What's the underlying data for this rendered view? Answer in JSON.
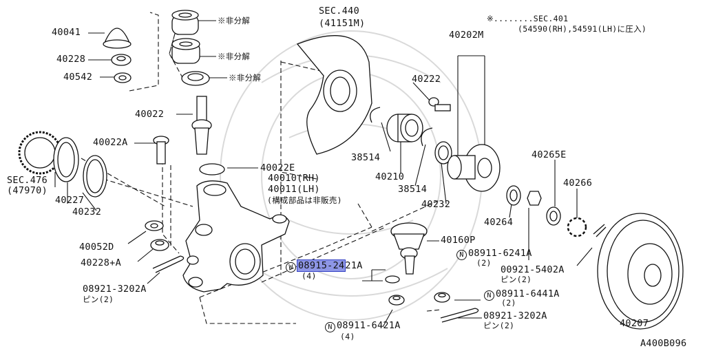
{
  "labels": {
    "p40041": "40041",
    "p40228": "40228",
    "p40542": "40542",
    "p40022": "40022",
    "p40022a": "40022A",
    "sec476": "SEC.476",
    "sec476_sub": "(47970)",
    "p40227": "40227",
    "p40232_left": "40232",
    "p40052d": "40052D",
    "p40228a": "40228+A",
    "p08921_3202a_left": "08921-3202A",
    "pin2_left": "ピン(2)",
    "nodis1": "※非分解",
    "nodis2": "※非分解",
    "nodis3": "※非分解",
    "sec440": "SEC.440",
    "sec440_sub": "(41151M)",
    "p40022e": "40022E",
    "p40010": "40010(RH)",
    "p40011": "40011(LH)",
    "not_sold": "(構成部品は非販売)",
    "p38514_a": "38514",
    "p40210": "40210",
    "p38514_b": "38514",
    "p40232_right": "40232",
    "p40160p": "40160P",
    "w_prefix": "W",
    "p08915_hl": "08915-24",
    "p08915_rest": "21A",
    "qty4_w": "(4)",
    "n_prefix": "N",
    "p08911_6421a": "08911-6421A",
    "qty4_n": "(4)",
    "note_ref": "※........SEC.401",
    "note_text": "(54590(RH),54591(LH)に圧入)",
    "p40202m": "40202M",
    "p40222": "40222",
    "p40265e": "40265E",
    "p40266": "40266",
    "p40264": "40264",
    "p08911_6241a": "08911-6241A",
    "qty2_a": "(2)",
    "p00921_5402a": "00921-5402A",
    "pin2_mid": "ピン(2)",
    "p08911_6441a": "08911-6441A",
    "qty2_b": "(2)",
    "p08921_3202a_right": "08921-3202A",
    "pin2_right": "ピン(2)",
    "p40207": "40207",
    "diagram_id": "A400B096"
  }
}
